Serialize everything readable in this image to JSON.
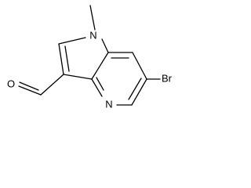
{
  "molecule": {
    "atoms": {
      "n1": "N",
      "n4": "N",
      "br": "Br",
      "o": "O"
    }
  }
}
